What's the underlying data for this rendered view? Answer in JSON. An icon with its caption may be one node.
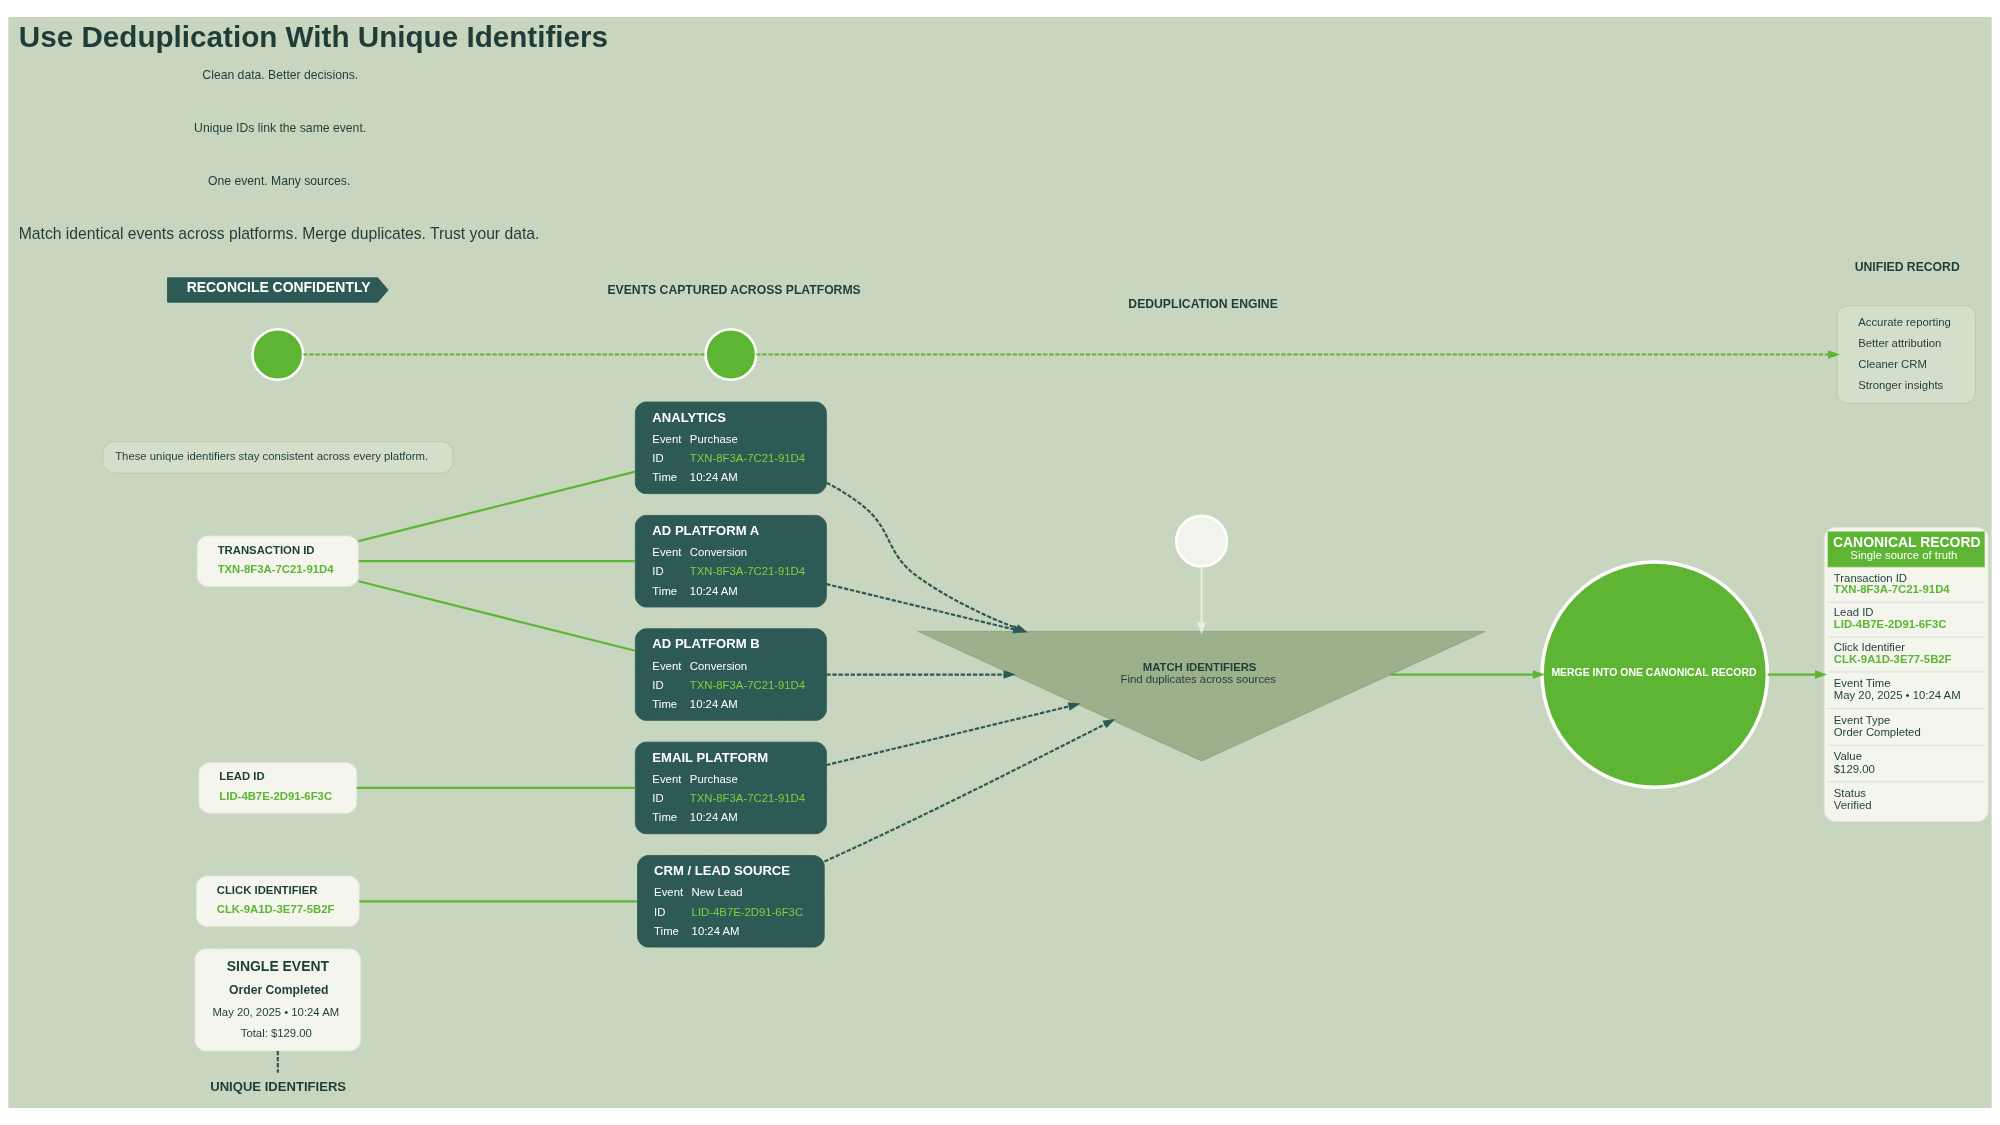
{
  "diagram": {
    "title": "Use Deduplication With Unique Identifiers",
    "nodes": [
      {
        "text": [
          "SINGLE EVENT",
          "Order Completed",
          "May 20, 2025 • 10:24 AM",
          "Total: $129.00"
        ]
      },
      {
        "text": [
          "UNIQUE IDENTIFIERS"
        ]
      },
      {
        "text": [
          "TRANSACTION ID",
          "TXN-8F3A-7C21-91D4"
        ]
      },
      {
        "text": [
          "LEAD ID",
          "LID-4B7E-2D91-6F3C"
        ]
      },
      {
        "text": [
          "CLICK IDENTIFIER",
          "CLK-9A1D-3E77-5B2F"
        ]
      },
      {
        "text": [
          "These unique identifiers stay consistent across every platform."
        ]
      },
      {
        "text": [
          "ANALYTICS",
          "Event",
          "Purchase",
          "ID",
          "TXN-8F3A-7C21-91D4",
          "Time",
          "10:24 AM"
        ]
      },
      {
        "text": [
          "AD PLATFORM A",
          "Event",
          "Conversion",
          "ID",
          "TXN-8F3A-7C21-91D4",
          "Time",
          "10:24 AM"
        ]
      },
      {
        "text": [
          "AD PLATFORM B",
          "Event",
          "Conversion",
          "ID",
          "TXN-8F3A-7C21-91D4",
          "Time",
          "10:24 AM"
        ]
      },
      {
        "text": [
          "EMAIL PLATFORM",
          "Event",
          "Purchase",
          "ID",
          "TXN-8F3A-7C21-91D4",
          "Time",
          "10:24 AM"
        ]
      },
      {
        "text": [
          "CRM / LEAD SOURCE",
          "Event",
          "New Lead",
          "ID",
          "LID-4B7E-2D91-6F3C",
          "Time",
          "10:24 AM"
        ]
      },
      {
        "text": [],
        "shape": "circle"
      },
      {
        "text": [
          "MATCH IDENTIFIERS",
          "Find duplicates across sources"
        ]
      },
      {
        "text": [
          "MERGE INTO ONE CANONICAL RECORD"
        ]
      },
      {
        "text": [
          "CANONICAL RECORD",
          "Single source of truth",
          "Transaction ID",
          "TXN-8F3A-7C21-91D4",
          "Lead ID",
          "LID-4B7E-2D91-6F3C",
          "Click Identifier",
          "CLK-9A1D-3E77-5B2F",
          "Event Time",
          "May 20, 2025 • 10:24 AM",
          "Event Type",
          "Order Completed",
          "Value",
          "$129.00",
          "Status",
          "Verified"
        ]
      },
      {
        "text": [
          "Accurate reporting",
          "Better attribution",
          "Cleaner CRM",
          "Stronger insights"
        ]
      },
      {
        "text": [],
        "shape": "circle"
      },
      {
        "text": [],
        "shape": "circle"
      },
      {
        "text": [
          "RECONCILE CONFIDENTLY"
        ]
      }
    ],
    "edges": [
      {
        "from": 0,
        "to": 1,
        "arrow": "none",
        "style": "dashed",
        "color": "#2d5a55"
      },
      {
        "from": 2,
        "to": 6,
        "arrow": "none"
      },
      {
        "from": 2,
        "to": 7,
        "arrow": "none"
      },
      {
        "from": 2,
        "to": 8,
        "arrow": "none"
      },
      {
        "from": 3,
        "to": 9,
        "arrow": "none"
      },
      {
        "from": 4,
        "to": 10,
        "arrow": "none"
      },
      {
        "from": 6,
        "to": 12,
        "arrow": "to",
        "style": "dashed",
        "color": "#2d5a55"
      },
      {
        "from": 7,
        "to": 12,
        "arrow": "to",
        "style": "dashed",
        "color": "#2d5a55"
      },
      {
        "from": 8,
        "to": 12,
        "arrow": "to",
        "style": "dashed",
        "color": "#2d5a55"
      },
      {
        "from": 9,
        "to": 12,
        "arrow": "to",
        "style": "dashed",
        "color": "#2d5a55"
      },
      {
        "from": 10,
        "to": 12,
        "arrow": "to",
        "style": "dashed",
        "color": "#2d5a55"
      },
      {
        "from": 11,
        "to": 12,
        "arrow": "to",
        "color": "#e8eee0"
      },
      {
        "from": 12,
        "to": 13,
        "arrow": "to"
      },
      {
        "from": 13,
        "to": 14,
        "arrow": "to"
      },
      {
        "from": 16,
        "to": 17,
        "arrow": "none",
        "style": "dashed"
      },
      {
        "from": 17,
        "to": 15,
        "arrow": "to",
        "style": "dashed"
      }
    ],
    "labels": [
      "Match identical events across platforms. Merge duplicates. Trust your data.",
      "One event. Many sources.",
      "Unique IDs link the same event.",
      "Clean data. Better decisions.",
      "EVENTS CAPTURED ACROSS PLATFORMS",
      "DEDUPLICATION ENGINE",
      "UNIFIED RECORD"
    ]
  }
}
